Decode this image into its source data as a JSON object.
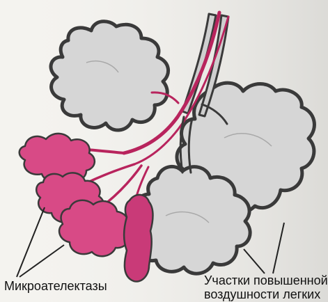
{
  "labels": {
    "microatelectasis": "Микроателектазы",
    "hyperinflated_line1": "Участки повышенной",
    "hyperinflated_line2": "воздушности легких"
  },
  "colors": {
    "background": "#f4f3ef",
    "airway_pink": "#b8245d",
    "atelectasis_pink": "#d84a86",
    "lobule_gray": "#d6d6d6",
    "lobule_outline": "#3a3a3a",
    "text": "#111111"
  }
}
